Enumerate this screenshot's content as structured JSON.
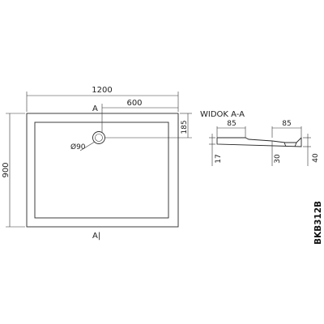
{
  "plan": {
    "width_label": "1200",
    "depth_label": "900",
    "drain_offset_x": "600",
    "drain_offset_y": "185",
    "drain_diameter": "Ø90",
    "section_mark_top": "A",
    "section_mark_bottom": "A|"
  },
  "section": {
    "title": "WIDOK A-A",
    "rim_left": "85",
    "rim_right": "85",
    "height_left": "17",
    "height_middle": "30",
    "height_right": "40"
  },
  "product_code": "BKB312B"
}
